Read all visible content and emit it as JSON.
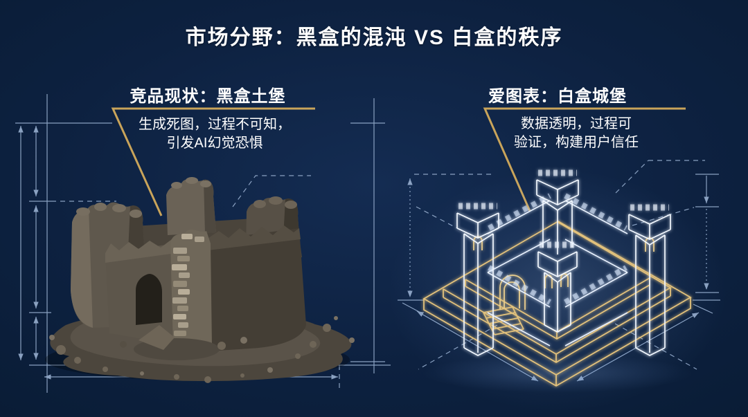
{
  "slide": {
    "title": "市场分野：黑盒的混沌 VS 白盒的秩序",
    "background_color": "#0d2140",
    "gold_accent_color": "#c9a45a",
    "blueprint_line_color": "#9cb3d3",
    "text_color": "#ffffff"
  },
  "left_panel": {
    "label": "竞品现状：黑盒土堡",
    "callout_line1": "生成死图，过程不可知，",
    "callout_line2": "引发AI幻觉恐惧",
    "illustration": "mud-castle"
  },
  "right_panel": {
    "label": "爱图表：白盒城堡",
    "callout_line1": "数据透明，过程可",
    "callout_line2": "验证，构建用户信任",
    "illustration": "wireframe-castle-hologram"
  }
}
